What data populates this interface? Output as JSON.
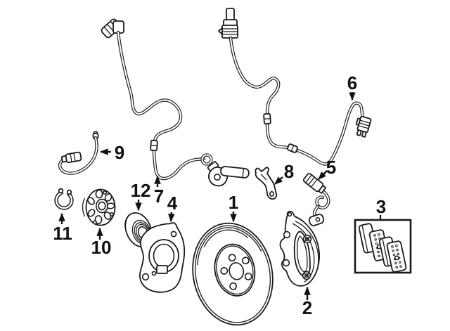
{
  "diagram": {
    "kind": "exploded-parts-diagram",
    "background_color": "#ffffff",
    "line_color": "#1a1a1a",
    "label_color": "#111111"
  },
  "callouts": [
    {
      "number": "1",
      "part": "brake-rotor"
    },
    {
      "number": "2",
      "part": "brake-caliper"
    },
    {
      "number": "3",
      "part": "brake-pad-set"
    },
    {
      "number": "4",
      "part": "splash-shield"
    },
    {
      "number": "5",
      "part": "wear-sensor"
    },
    {
      "number": "6",
      "part": "abs-sensor-wire-right"
    },
    {
      "number": "7",
      "part": "abs-sensor-wire-left"
    },
    {
      "number": "8",
      "part": "sensor-bracket"
    },
    {
      "number": "9",
      "part": "wear-sensor-front"
    },
    {
      "number": "10",
      "part": "hub-flange"
    },
    {
      "number": "11",
      "part": "snap-ring"
    },
    {
      "number": "12",
      "part": "wheel-bearing"
    }
  ]
}
